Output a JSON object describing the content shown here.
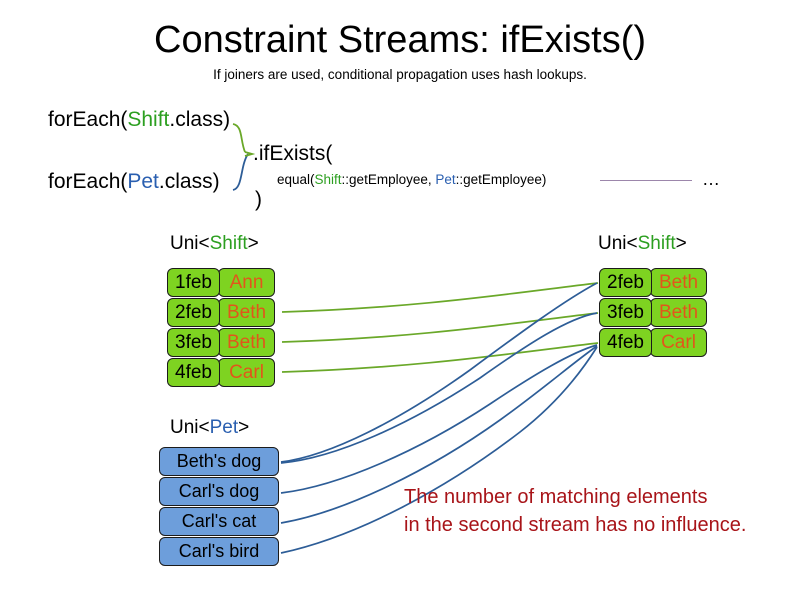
{
  "slide": {
    "title": "Constraint Streams: ifExists()",
    "subtitle": "If joiners are used, conditional propagation uses hash lookups.",
    "background_color": "#ffffff"
  },
  "colors": {
    "shift_green": "#2c9f20",
    "pet_blue": "#2a5fb0",
    "box_green_fill": "#7ed321",
    "box_blue_fill": "#6d9edb",
    "name_orange": "#e2561b",
    "annotation_red": "#a81419",
    "wire_green": "#6aa829",
    "wire_blue": "#2d5d97",
    "trail_line": "#9c86ab"
  },
  "code": {
    "foreach_shift": {
      "prefix": "forEach(",
      "type": "Shift",
      "suffix": ".class)"
    },
    "foreach_pet": {
      "prefix": "forEach(",
      "type": "Pet",
      "suffix": ".class)"
    },
    "ifexists": ".ifExists(",
    "equal": {
      "prefix": "equal(",
      "left_type": "Shift",
      "left_method": "::getEmployee, ",
      "right_type": "Pet",
      "right_method": "::getEmployee)"
    },
    "close_paren": ")",
    "ellipsis": "…"
  },
  "streams": {
    "shift_left": {
      "header_prefix": "Uni<",
      "header_type": "Shift",
      "header_suffix": ">",
      "rows": [
        {
          "date": "1feb",
          "name": "Ann"
        },
        {
          "date": "2feb",
          "name": "Beth"
        },
        {
          "date": "3feb",
          "name": "Beth"
        },
        {
          "date": "4feb",
          "name": "Carl"
        }
      ]
    },
    "shift_right": {
      "header_prefix": "Uni<",
      "header_type": "Shift",
      "header_suffix": ">",
      "rows": [
        {
          "date": "2feb",
          "name": "Beth"
        },
        {
          "date": "3feb",
          "name": "Beth"
        },
        {
          "date": "4feb",
          "name": "Carl"
        }
      ]
    },
    "pet": {
      "header_prefix": "Uni<",
      "header_type": "Pet",
      "header_suffix": ">",
      "rows": [
        {
          "label": "Beth's dog"
        },
        {
          "label": "Carl's dog"
        },
        {
          "label": "Carl's cat"
        },
        {
          "label": "Carl's bird"
        }
      ]
    }
  },
  "annotation": {
    "line1": "The number of matching elements",
    "line2": "in the second stream has no influence."
  }
}
